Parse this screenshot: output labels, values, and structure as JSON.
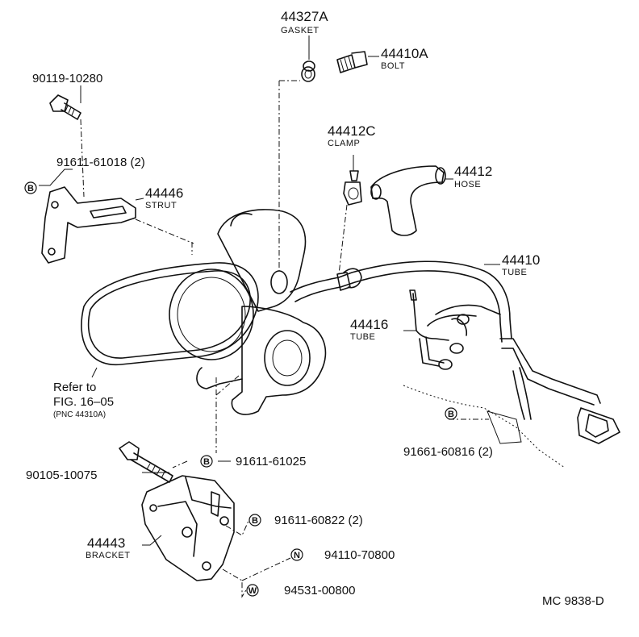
{
  "parts": {
    "p44327A": {
      "number": "44327A",
      "name": "GASKET"
    },
    "p44410A": {
      "number": "44410A",
      "name": "BOLT"
    },
    "p90119": {
      "number": "90119-10280"
    },
    "p91611_61018": {
      "number": "91611-61018 (2)"
    },
    "p44446": {
      "number": "44446",
      "name": "STRUT"
    },
    "p44412C": {
      "number": "44412C",
      "name": "CLAMP"
    },
    "p44412": {
      "number": "44412",
      "name": "HOSE"
    },
    "p44410": {
      "number": "44410",
      "name": "TUBE"
    },
    "p44416": {
      "number": "44416",
      "name": "TUBE"
    },
    "p91661": {
      "number": "91661-60816 (2)"
    },
    "p91611_61025": {
      "number": "91611-61025"
    },
    "p90105": {
      "number": "90105-10075"
    },
    "p91611_60822": {
      "number": "91611-60822 (2)"
    },
    "p44443": {
      "number": "44443",
      "name": "BRACKET"
    },
    "p94110": {
      "number": "94110-70800"
    },
    "p94531": {
      "number": "94531-00800"
    }
  },
  "symbols": {
    "b": "B",
    "n": "N",
    "w": "W"
  },
  "refer": {
    "line1": "Refer to",
    "line2": "FIG. 16–05",
    "line3": "(PNC 44310A)"
  },
  "diagram_code": "MC 9838-D"
}
